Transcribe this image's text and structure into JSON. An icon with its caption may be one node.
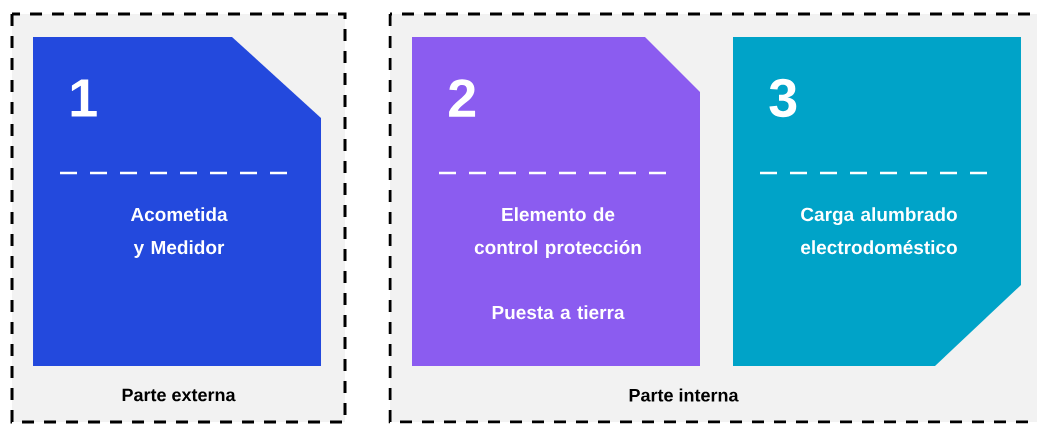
{
  "diagram": {
    "nodes": [
      {
        "text": [
          "Parte externa"
        ]
      },
      {
        "text": [
          "1",
          "Acometida y Medidor"
        ],
        "in": 0
      },
      {
        "text": [
          "Parte interna"
        ]
      },
      {
        "text": [
          "2",
          "Elemento de control protección",
          "Puesta a tierra"
        ],
        "in": 2
      },
      {
        "text": [
          "3",
          "Carga alumbrado electrodoméstico"
        ],
        "in": 2
      }
    ]
  }
}
